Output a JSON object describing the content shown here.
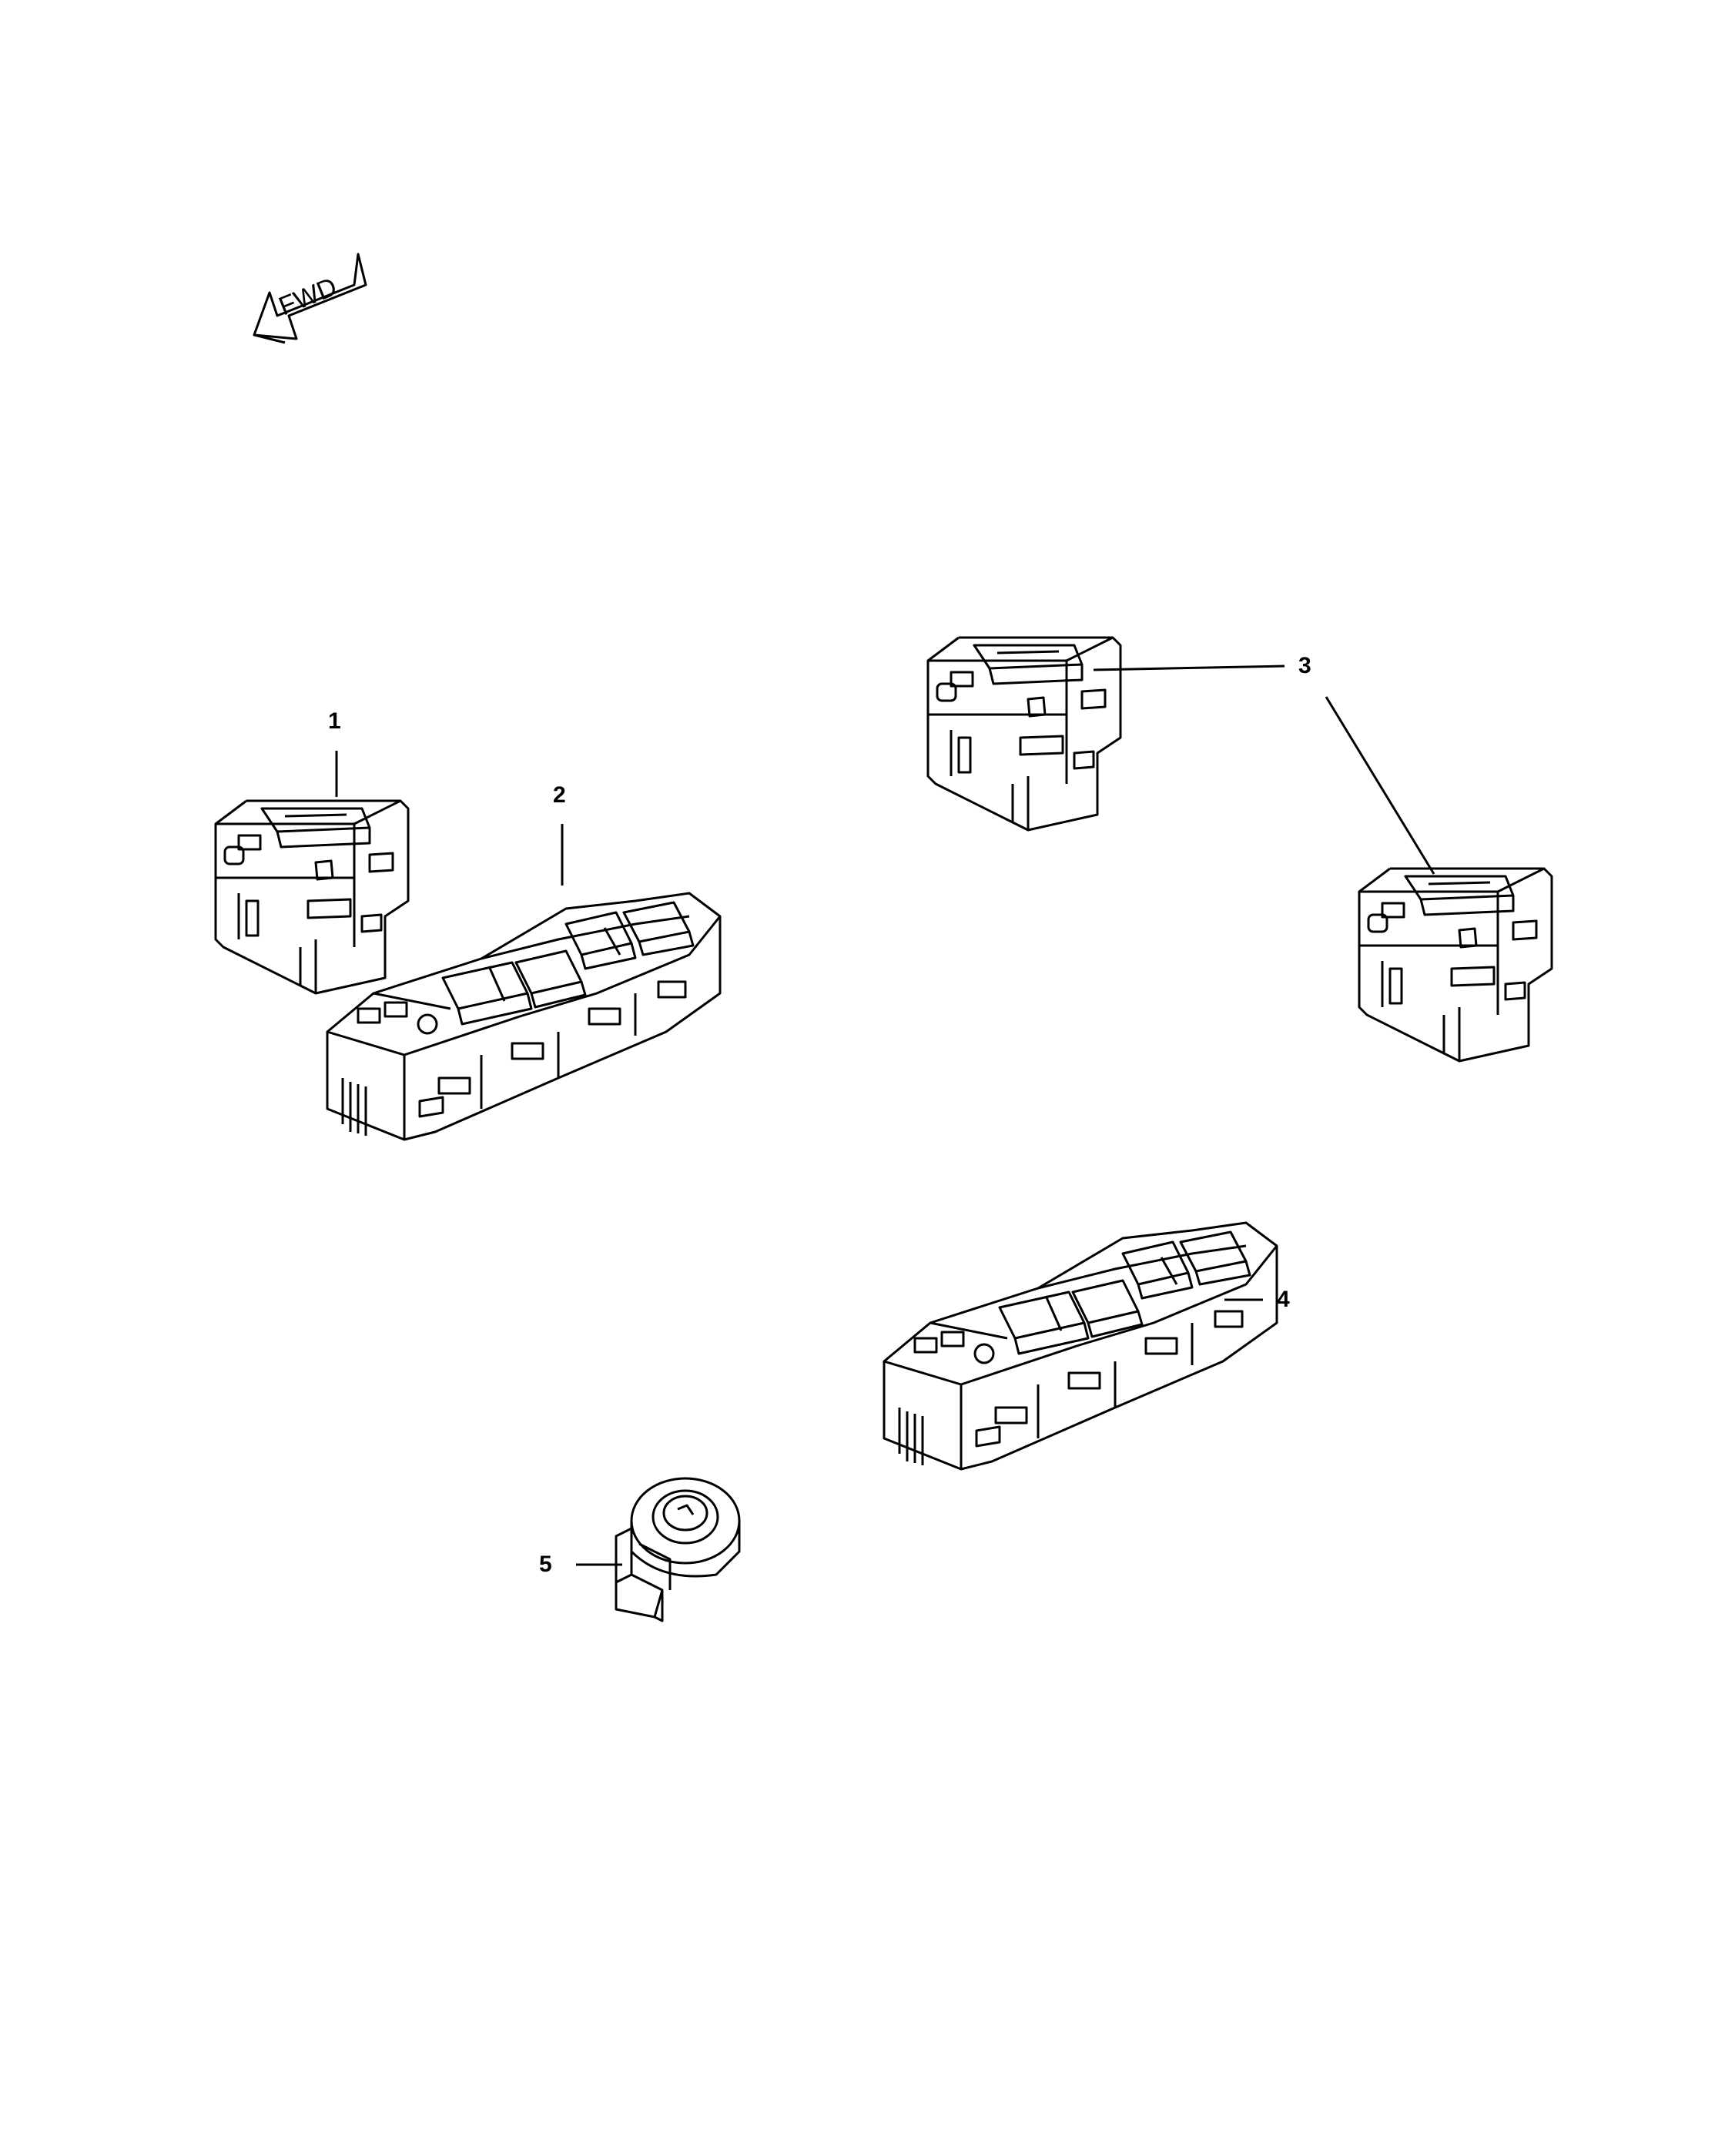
{
  "orientation": {
    "label": "FWD",
    "icon": "forward-arrow-icon"
  },
  "callouts": [
    {
      "number": "1",
      "part": "single-window-switch"
    },
    {
      "number": "2",
      "part": "driver-window-switch-bank"
    },
    {
      "number": "3",
      "part": "single-window-switch"
    },
    {
      "number": "4",
      "part": "driver-window-switch-bank"
    },
    {
      "number": "5",
      "part": "rotary-mirror-switch"
    }
  ],
  "colors": {
    "line": "#000000",
    "background": "#ffffff"
  }
}
